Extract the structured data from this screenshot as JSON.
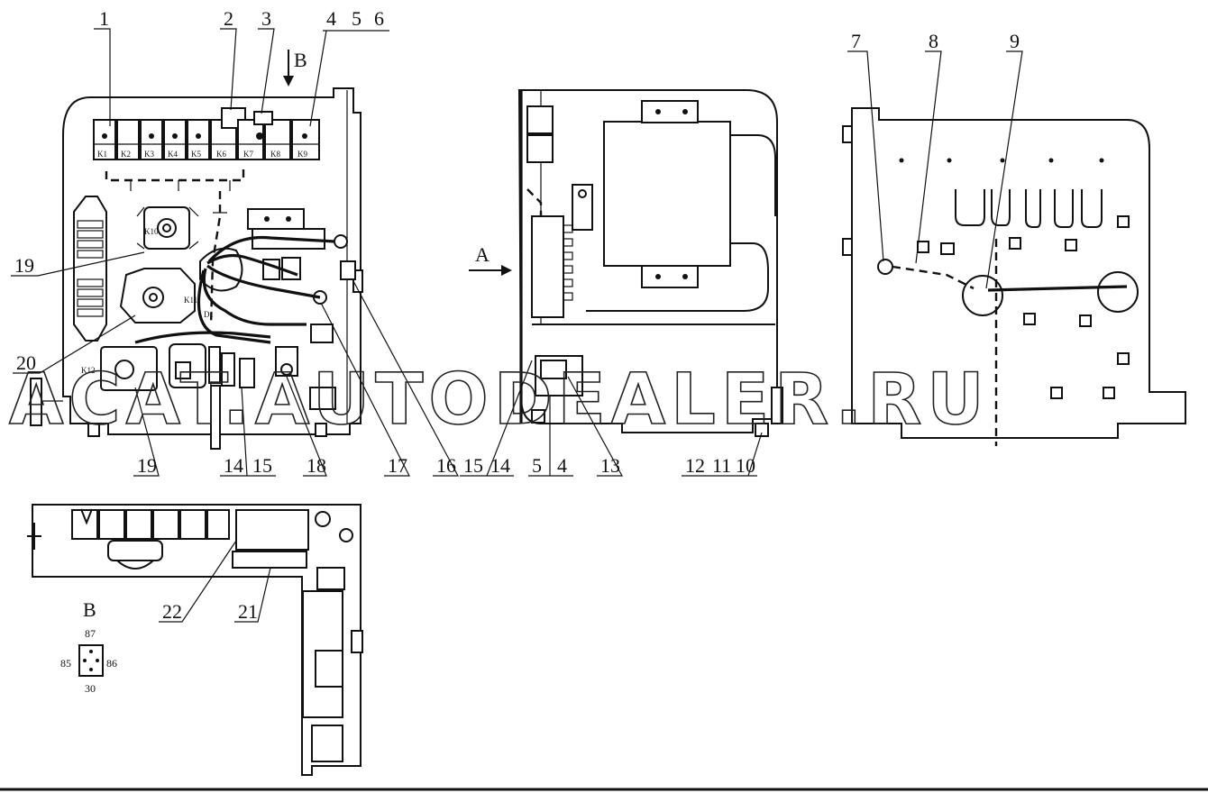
{
  "callouts": {
    "c1": "1",
    "c2": "2",
    "c3": "3",
    "c4": "4",
    "c5": "5",
    "c6": "6",
    "c7": "7",
    "c8": "8",
    "c9": "9",
    "c10": "10",
    "c11": "11",
    "c12": "12",
    "c13": "13",
    "c14a": "14",
    "c15a": "15",
    "c14b": "14",
    "c15b": "15",
    "c14c": "4",
    "c15c": "5",
    "c16": "16",
    "c17": "17",
    "c18": "18",
    "c19a": "19",
    "c19b": "19",
    "c20": "20",
    "c21": "21",
    "c22": "22"
  },
  "view_labels": {
    "view_a": "A",
    "view_b": "B",
    "view_b_detail": "B"
  },
  "relay_labels": [
    "K1",
    "K2",
    "K3",
    "K4",
    "K5",
    "K6",
    "K7",
    "K8",
    "K9"
  ],
  "component_labels": {
    "k10": "K10",
    "k11": "K11",
    "k12": "K12",
    "d1": "D1"
  },
  "pin_labels": {
    "p87": "87",
    "p85": "85",
    "p86": "86",
    "p30": "30"
  },
  "watermark": "ACAT.AUTODEALER.RU"
}
